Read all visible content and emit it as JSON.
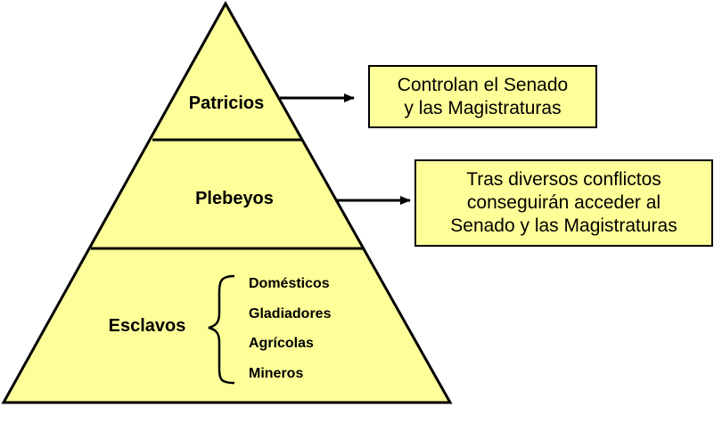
{
  "pyramid": {
    "tiers": [
      {
        "label": "Patricios"
      },
      {
        "label": "Plebeyos"
      },
      {
        "label": "Esclavos",
        "subtypes": [
          "Domésticos",
          "Gladiadores",
          "Agrícolas",
          "Mineros"
        ]
      }
    ]
  },
  "notes": {
    "patricios": [
      "Controlan el Senado",
      "y las Magistraturas"
    ],
    "plebeyos": [
      "Tras diversos conflictos",
      "conseguirán acceder al",
      "Senado y las Magistraturas"
    ]
  },
  "colors": {
    "box_fill": "#ffff99",
    "pyramid_fill": "#ffff99",
    "stroke": "#000000"
  }
}
